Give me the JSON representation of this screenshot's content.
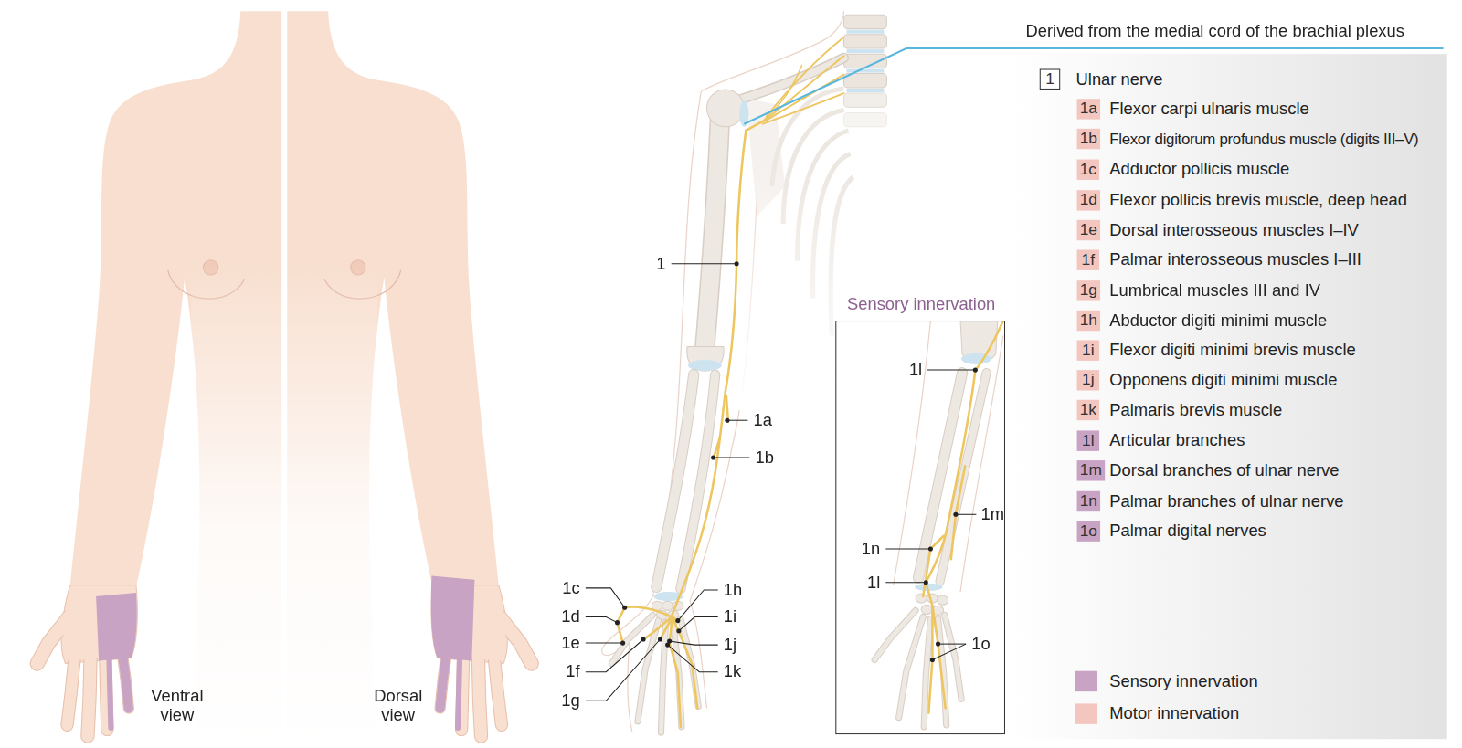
{
  "diagram": {
    "nodes": [
      {
        "text": [
          "1"
        ]
      },
      {
        "text": [
          "1a"
        ]
      },
      {
        "text": [
          "1b"
        ]
      },
      {
        "text": [
          "1c"
        ]
      },
      {
        "text": [
          "1d"
        ]
      },
      {
        "text": [
          "1e"
        ]
      },
      {
        "text": [
          "1f"
        ]
      },
      {
        "text": [
          "1g"
        ]
      },
      {
        "text": [
          "1h"
        ]
      },
      {
        "text": [
          "1i"
        ]
      },
      {
        "text": [
          "1j"
        ]
      },
      {
        "text": [
          "1k"
        ]
      },
      {
        "text": [
          "1l"
        ]
      },
      {
        "text": [
          "1m"
        ]
      },
      {
        "text": [
          "1n"
        ]
      },
      {
        "text": [
          "1o"
        ]
      },
      {
        "text": [
          "Sensory innervation"
        ]
      }
    ],
    "edges": [],
    "labels": [
      "Derived from the medial cord of the brachial plexus",
      "Ulnar nerve",
      "Flexor carpi ulnaris muscle",
      "Flexor digitorum profundus muscle (digits III–V)",
      "Adductor pollicis muscle",
      "Flexor pollicis brevis muscle, deep head",
      "Dorsal interosseous muscles I–IV",
      "Palmar interosseous muscles I–III",
      "Lumbrical muscles III and IV",
      "Abductor digiti minimi muscle",
      "Flexor digiti minimi brevis muscle",
      "Opponens digiti minimi muscle",
      "Palmaris brevis muscle",
      "Articular branches",
      "Dorsal branches of ulnar nerve",
      "Palmar branches of ulnar nerve",
      "Palmar digital nerves",
      "1",
      "1a",
      "1b",
      "1c",
      "1d",
      "1e",
      "1f",
      "1g",
      "1h",
      "1i",
      "1j",
      "1k",
      "1l",
      "1m",
      "1n",
      "1l",
      "1o",
      "Ventral view",
      "Dorsal view"
    ],
    "legend": [
      {
        "text": "Sensory innervation",
        "color": "#c9a3c3"
      },
      {
        "text": "Motor innervation",
        "color": "#f3c7c0"
      }
    ]
  }
}
